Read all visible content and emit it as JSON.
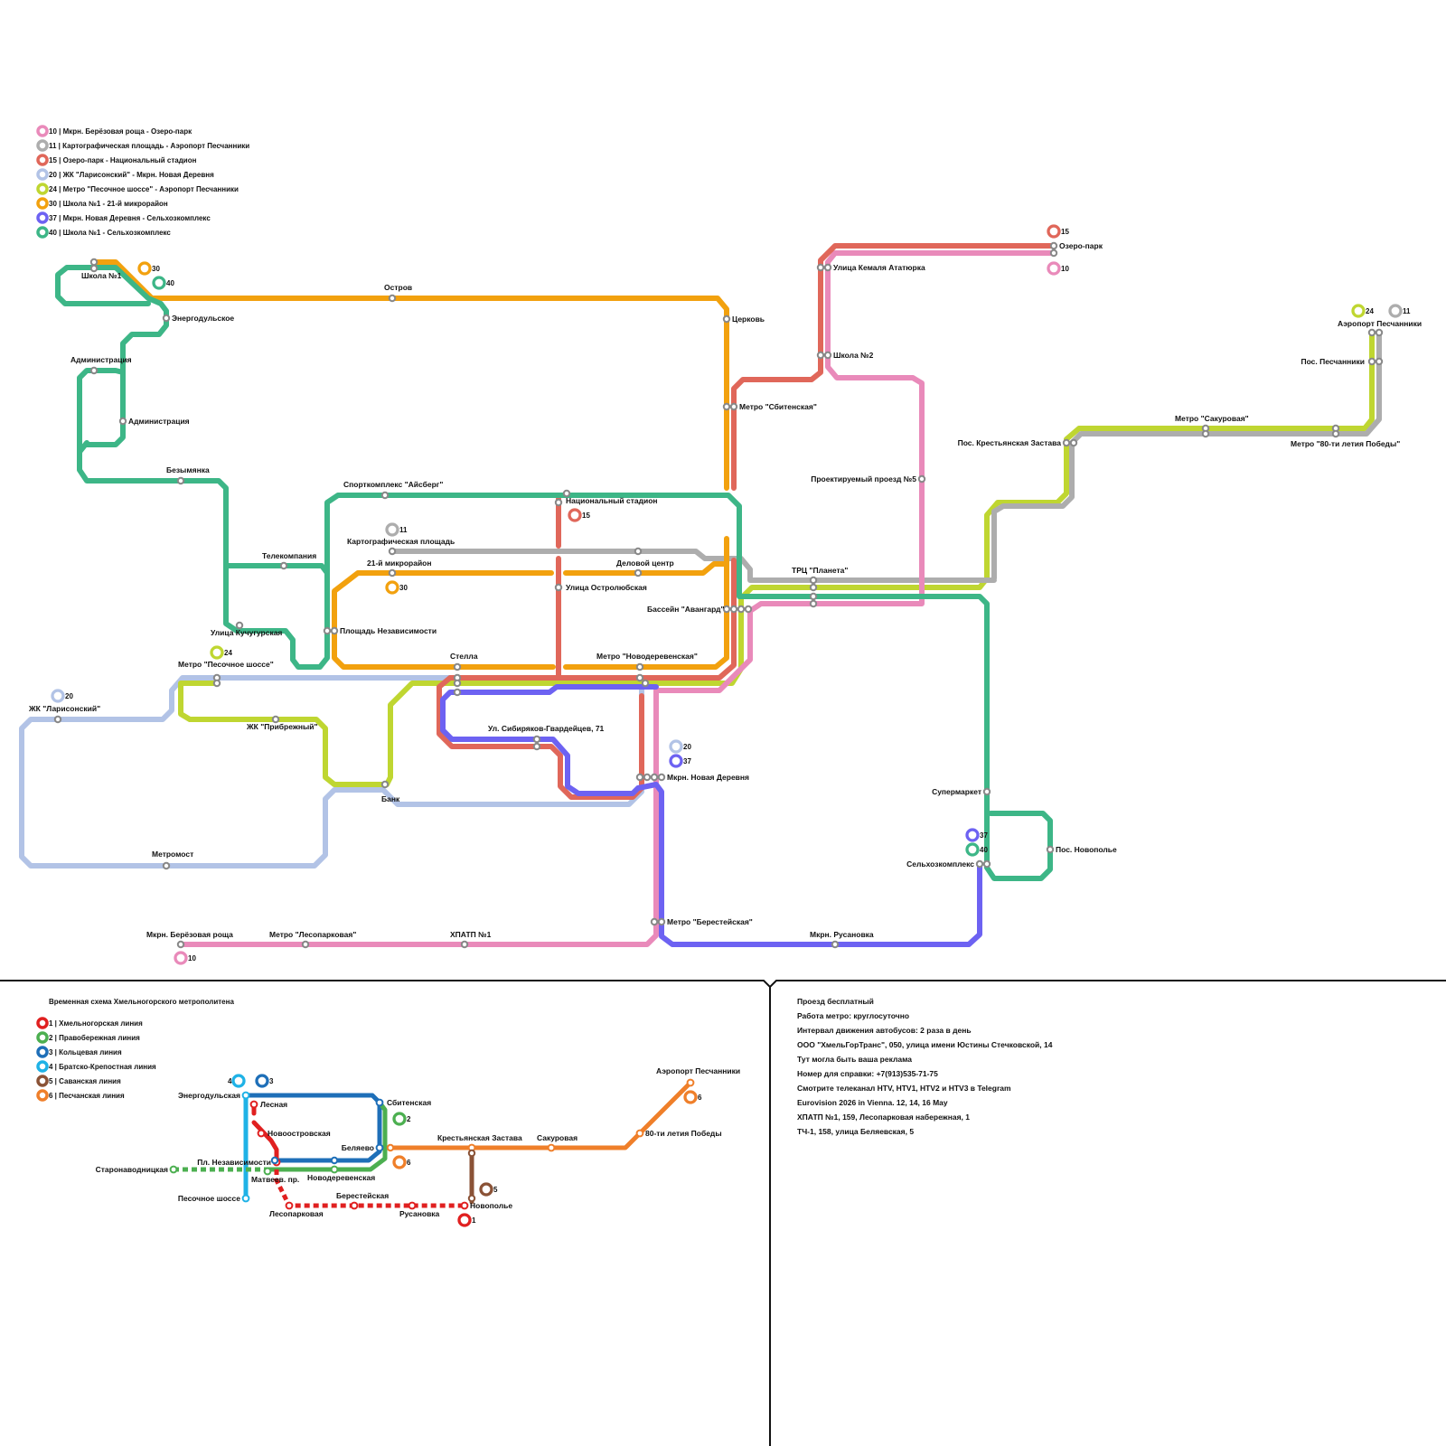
{
  "colors": {
    "r10": "#e98aba",
    "r11": "#adadad",
    "r15": "#e0675a",
    "r20": "#b2c3e6",
    "r24": "#bfd631",
    "r30": "#f2a10e",
    "r37": "#6d62f2",
    "r40": "#3db687",
    "m1": "#e02020",
    "m2": "#4caf50",
    "m3": "#1e6fb8",
    "m4": "#1fb2e6",
    "m5": "#8a5236",
    "m6": "#ef7f2a",
    "divider": "#111111"
  },
  "bus_legend": [
    {
      "num": "10",
      "text": "10 | Мкрн. Берёзовая роща - Озеро-парк",
      "color": "r10"
    },
    {
      "num": "11",
      "text": "11 | Картографическая площадь - Аэропорт Песчанники",
      "color": "r11"
    },
    {
      "num": "15",
      "text": "15 | Озеро-парк - Национальный стадион",
      "color": "r15"
    },
    {
      "num": "20",
      "text": "20 | ЖК \"Ларисонский\" - Мкрн. Новая Деревня",
      "color": "r20"
    },
    {
      "num": "24",
      "text": "24 | Метро \"Песочное шоссе\" - Аэропорт Песчанники",
      "color": "r24"
    },
    {
      "num": "30",
      "text": "30 | Школа №1 - 21-й микрорайон",
      "color": "r30"
    },
    {
      "num": "37",
      "text": "37 | Мкрн. Новая Деревня - Сельхозкомплекс",
      "color": "r37"
    },
    {
      "num": "40",
      "text": "40 | Школа №1 - Сельхозкомплекс",
      "color": "r40"
    }
  ],
  "bus_stops": {
    "shkola1": "Школа №1",
    "energodulskoe": "Энергодульское",
    "ostrov": "Остров",
    "tserkov": "Церковь",
    "administratsiya1": "Администрация",
    "administratsiya2": "Администрация",
    "bezymyanka": "Безымянка",
    "telekompaniya": "Телекомпания",
    "kuchugurskaya": "Улица Кучугурская",
    "sportkompleks": "Спорткомплекс \"Айсберг\"",
    "nats_stadion": "Национальный стадион",
    "kartograficheskaya": "Картографическая площадь",
    "mkr21": "21-й микрорайон",
    "delovoy": "Деловой центр",
    "ostrolubskaya": "Улица Остролюбская",
    "pl_nezavisimosti": "Площадь Независимости",
    "stella": "Стелла",
    "m_novoderevenskaya": "Метро \"Новодеревенская\"",
    "m_pesochnoe": "Метро \"Песочное шоссе\"",
    "zhk_larisonsky": "ЖК \"Ларисонский\"",
    "zhk_pribrezhny": "ЖК \"Прибрежный\"",
    "bank": "Банк",
    "metromost": "Метромост",
    "sibiryakov": "Ул. Сибиряков-Гвардейцев, 71",
    "novaya_derevnya": "Мкрн. Новая Деревня",
    "m_sbitenskaya": "Метро \"Сбитенская\"",
    "kemal": "Улица Кемаля Ататюрка",
    "ozero_park": "Озеро-парк",
    "shkola2": "Школа №2",
    "proezd5": "Проектируемый проезд №5",
    "trts_planeta": "ТРЦ \"Планета\"",
    "basseyn": "Бассейн \"Авангард\"",
    "krest_zastava": "Пос. Крестьянская Застава",
    "m_sakurovaya": "Метро \"Сакуровая\"",
    "m_80let": "Метро \"80-ти летия Победы\"",
    "pos_peschanniki": "Пос. Песчанники",
    "aeroport": "Аэропорт Песчанники",
    "supermarket": "Супермаркет",
    "novopolye": "Пос. Новополье",
    "selkhozkompleks": "Сельхозкомплекс",
    "berezovaya": "Мкрн. Берёзовая роща",
    "m_lesoparkovaya": "Метро \"Лесопарковая\"",
    "khpatp": "ХПАТП №1",
    "m_beresteyskaya": "Метро \"Берестейская\"",
    "rusanovka": "Мкрн. Русановка"
  },
  "terminal_badges": [
    {
      "num": "30",
      "color": "r30"
    },
    {
      "num": "40",
      "color": "r40"
    },
    {
      "num": "15",
      "color": "r15"
    },
    {
      "num": "10",
      "color": "r10"
    },
    {
      "num": "24",
      "color": "r24"
    },
    {
      "num": "11",
      "color": "r11"
    },
    {
      "num": "15",
      "color": "r15"
    },
    {
      "num": "11",
      "color": "r11"
    },
    {
      "num": "30",
      "color": "r30"
    },
    {
      "num": "24",
      "color": "r24"
    },
    {
      "num": "20",
      "color": "r20"
    },
    {
      "num": "20",
      "color": "r20"
    },
    {
      "num": "37",
      "color": "r37"
    },
    {
      "num": "37",
      "color": "r37"
    },
    {
      "num": "40",
      "color": "r40"
    },
    {
      "num": "10",
      "color": "r10"
    }
  ],
  "metro": {
    "title": "Временная схема Хмельногорского метрополитена",
    "legend": [
      {
        "num": "1",
        "text": "1 | Хмельногорская линия",
        "color": "m1"
      },
      {
        "num": "2",
        "text": "2 | Правобережная линия",
        "color": "m2"
      },
      {
        "num": "3",
        "text": "3 | Кольцевая линия",
        "color": "m3"
      },
      {
        "num": "4",
        "text": "4 | Братско-Крепостная линия",
        "color": "m4"
      },
      {
        "num": "5",
        "text": "5 | Саванская линия",
        "color": "m5"
      },
      {
        "num": "6",
        "text": "6 | Песчанская линия",
        "color": "m6"
      }
    ],
    "stations": {
      "energodulskaya": "Энергодульская",
      "lesnaya": "Лесная",
      "sbitenskaya": "Сбитенская",
      "novoostrovskaya": "Новоостровская",
      "belyaevo": "Беляево",
      "pl_nezavisimosti": "Пл. Независимости",
      "staronavodnitskaya": "Старонаводницкая",
      "matveev": "Матвеев. пр.",
      "novoderevenskaya": "Новодеревенская",
      "pesochnoe": "Песочное шоссе",
      "lesoparkovaya": "Лесопарковая",
      "beresteyskaya": "Берестейская",
      "rusanovka": "Русановка",
      "novopolye": "Новополье",
      "krest_zastava": "Крестьянская Застава",
      "sakurovaya": "Сакуровая",
      "let80": "80-ти летия Победы",
      "aeroport": "Аэропорт Песчанники"
    },
    "badges": [
      {
        "num": "4",
        "color": "m4"
      },
      {
        "num": "3",
        "color": "m3"
      },
      {
        "num": "2",
        "color": "m2"
      },
      {
        "num": "6",
        "color": "m6"
      },
      {
        "num": "5",
        "color": "m5"
      },
      {
        "num": "1",
        "color": "m1"
      },
      {
        "num": "6",
        "color": "m6"
      }
    ]
  },
  "info_lines": [
    "Проезд бесплатный",
    "Работа метро: круглосуточно",
    "Интервал движения автобусов: 2 раза в день",
    "ООО \"ХмельГорТранс\", 050, улица имени Юстины Стечковской, 14",
    "Тут могла быть ваша реклама",
    "Номер для справки: +7(913)535-71-75",
    "Смотрите телеканал HTV, HTV1, HTV2 и HTV3 в Telegram",
    "Eurovision 2026 in Vienna. 12, 14, 16 May",
    "ХПАТП №1, 159, Лесопарковая набережная, 1",
    "ТЧ-1, 158, улица Беляевская, 5"
  ]
}
